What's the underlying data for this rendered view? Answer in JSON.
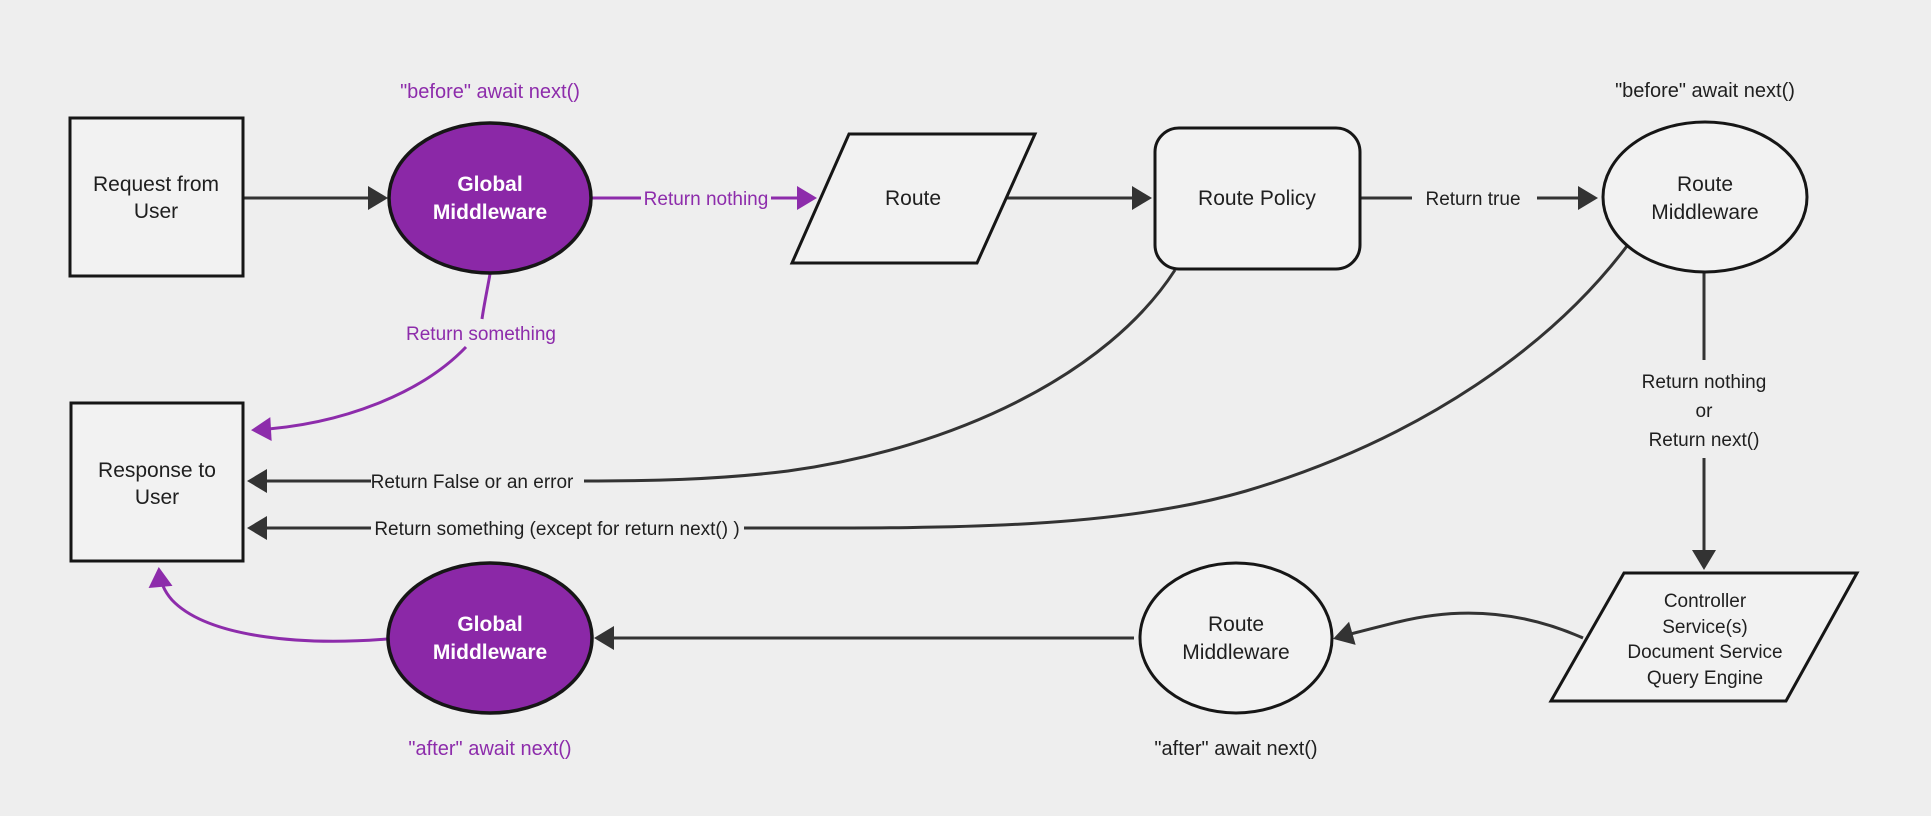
{
  "diagram": {
    "colors": {
      "background": "#eeeeee",
      "node_fill": "#f2f2f2",
      "border_color": "#161616",
      "edge_color": "#333333",
      "purple_fill": "#8b28a7",
      "purple_line": "#8d2cab",
      "node_text": "#1f1f1f",
      "white_text": "#ffffff"
    },
    "nodes": {
      "request": {
        "lines": [
          "Request from",
          "User"
        ]
      },
      "global_middleware_top": {
        "lines": [
          "Global",
          "Middleware"
        ]
      },
      "route": {
        "label": "Route"
      },
      "route_policy": {
        "label": "Route Policy"
      },
      "route_middleware_top": {
        "lines": [
          "Route",
          "Middleware"
        ]
      },
      "controller": {
        "lines": [
          "Controller",
          "Service(s)",
          "Document Service",
          "Query Engine"
        ]
      },
      "route_middleware_bottom": {
        "lines": [
          "Route",
          "Middleware"
        ]
      },
      "global_middleware_bottom": {
        "lines": [
          "Global",
          "Middleware"
        ]
      },
      "response": {
        "lines": [
          "Response to",
          "User"
        ]
      }
    },
    "edge_labels": {
      "before_await_global": "\"before\" await next()",
      "return_nothing": "Return nothing",
      "return_true": "Return true",
      "before_await_route": "\"before\" await next()",
      "return_nothing_or": [
        "Return nothing",
        "or",
        "Return next()"
      ],
      "after_await_route": "\"after\" await next()",
      "after_await_global": "\"after\" await next()",
      "return_something": "Return something",
      "return_false": "Return False or an error",
      "return_something_except": "Return something (except for return next() )"
    }
  }
}
